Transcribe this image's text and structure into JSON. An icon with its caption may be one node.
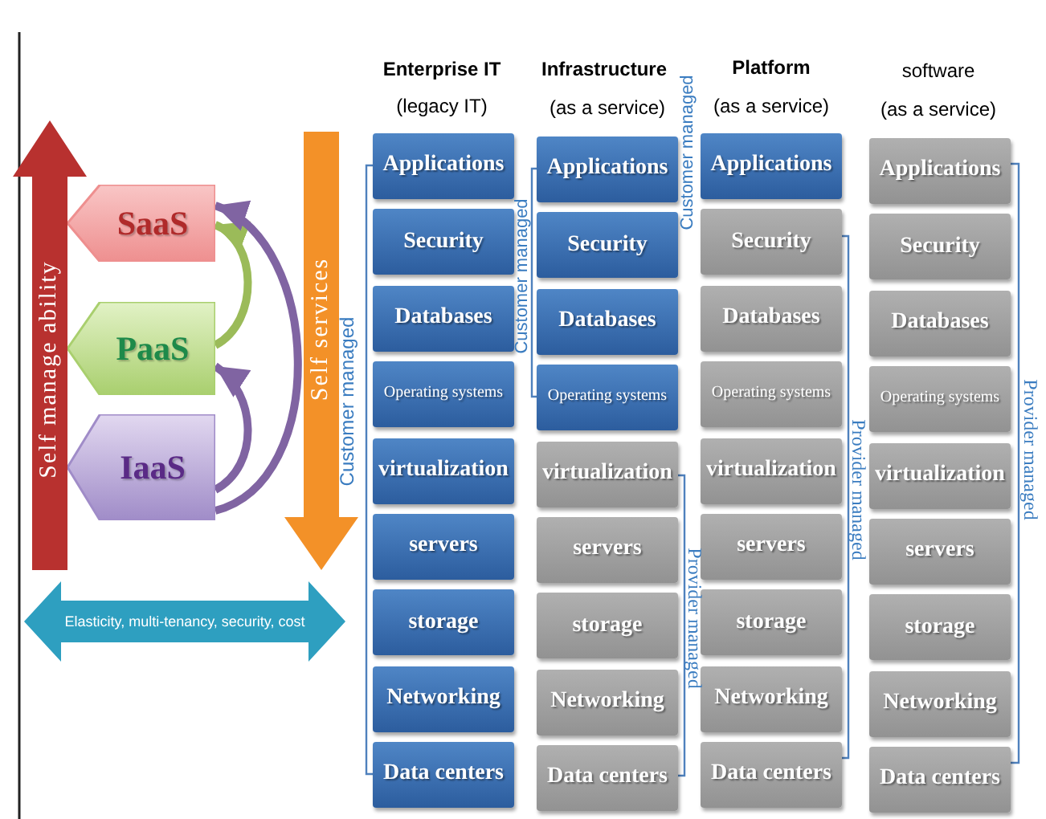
{
  "diagram": {
    "nodes": [
      {
        "text": [
          "SaaS"
        ]
      },
      {
        "text": [
          "PaaS"
        ]
      },
      {
        "text": [
          "IaaS"
        ]
      },
      {
        "text": [
          "Applications"
        ]
      },
      {
        "text": [
          "Security"
        ]
      },
      {
        "text": [
          "Databases"
        ]
      },
      {
        "text": [
          "Operating systems"
        ]
      },
      {
        "text": [
          "virtualization"
        ]
      },
      {
        "text": [
          "servers"
        ]
      },
      {
        "text": [
          "storage"
        ]
      },
      {
        "text": [
          "Networking"
        ]
      },
      {
        "text": [
          "Data centers"
        ]
      },
      {
        "text": [
          "Applications"
        ]
      },
      {
        "text": [
          "Security"
        ]
      },
      {
        "text": [
          "Databases"
        ]
      },
      {
        "text": [
          "Operating systems"
        ]
      },
      {
        "text": [
          "virtualization"
        ]
      },
      {
        "text": [
          "servers"
        ]
      },
      {
        "text": [
          "storage"
        ]
      },
      {
        "text": [
          "Networking"
        ]
      },
      {
        "text": [
          "Data centers"
        ]
      },
      {
        "text": [
          "Applications"
        ]
      },
      {
        "text": [
          "Security"
        ]
      },
      {
        "text": [
          "Databases"
        ]
      },
      {
        "text": [
          "Operating systems"
        ]
      },
      {
        "text": [
          "virtualization"
        ]
      },
      {
        "text": [
          "servers"
        ]
      },
      {
        "text": [
          "storage"
        ]
      },
      {
        "text": [
          "Networking"
        ]
      },
      {
        "text": [
          "Data centers"
        ]
      },
      {
        "text": [
          "Applications"
        ]
      },
      {
        "text": [
          "Security"
        ]
      },
      {
        "text": [
          "Databases"
        ]
      },
      {
        "text": [
          "Operating systems"
        ]
      },
      {
        "text": [
          "virtualization"
        ]
      },
      {
        "text": [
          "servers"
        ]
      },
      {
        "text": [
          "storage"
        ]
      },
      {
        "text": [
          "Networking"
        ]
      },
      {
        "text": [
          "Data centers"
        ]
      }
    ],
    "edges": [
      {
        "from": 1,
        "to": 0,
        "arrow": "to",
        "color": "#9bbb59"
      },
      {
        "from": 2,
        "to": 1,
        "arrow": "to"
      },
      {
        "from": 2,
        "to": 0,
        "arrow": "to"
      }
    ],
    "labels": [
      "Enterprise IT",
      "(legacy IT)",
      "Infrastructure",
      "(as a service)",
      "Platform",
      "(as a service)",
      "software",
      "(as a service)",
      "Self manage ability",
      "Self services",
      "Elasticity, multi-tenancy, security, cost",
      "Customer managed",
      "Customer managed",
      "Customer managed",
      "Provider managed",
      "Provider managed",
      "Provider managed"
    ]
  }
}
